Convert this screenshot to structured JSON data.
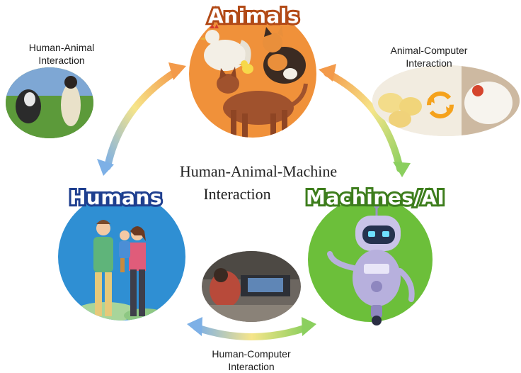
{
  "nodes": {
    "animals": {
      "label": "Animals",
      "color": "#f0913a",
      "outline": "#b24a17"
    },
    "humans": {
      "label": "Humans",
      "color": "#2f8fd3",
      "outline": "#1f3f8f"
    },
    "machines": {
      "label": "Machines/AI",
      "color": "#6cbf3a",
      "outline": "#3d7d1c"
    }
  },
  "center": {
    "line1": "Human-Animal-Machine",
    "line2": "Interaction"
  },
  "interactions": {
    "human_animal": {
      "line1": "Human-Animal",
      "line2": "Interaction"
    },
    "animal_computer": {
      "line1": "Animal-Computer",
      "line2": "Interaction"
    },
    "human_computer": {
      "line1": "Human-Computer",
      "line2": "Interaction"
    }
  },
  "icons": [
    "chicken-icon",
    "cat-icon",
    "dog-icon",
    "chick-icon",
    "family-icon",
    "robot-icon",
    "double-arrow-icon",
    "cycle-arrows-icon"
  ]
}
